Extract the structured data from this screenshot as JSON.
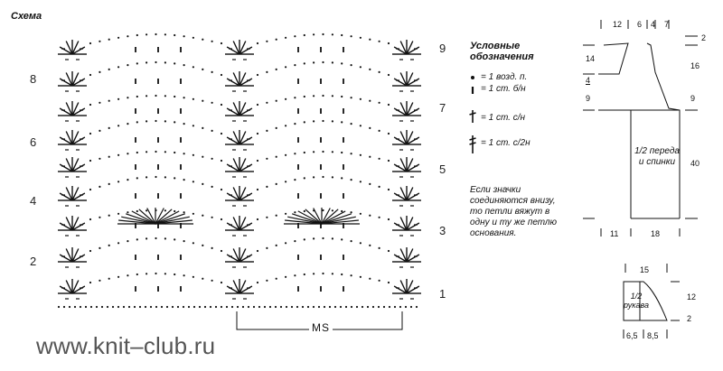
{
  "title": "Схема",
  "row_numbers": {
    "left": [
      "8",
      "6",
      "4",
      "2"
    ],
    "right": [
      "9",
      "7",
      "5",
      "3",
      "1"
    ]
  },
  "ms_label": "MS",
  "legend": {
    "title": "Условные обозначения",
    "items": [
      {
        "symbol": "dot",
        "text": "= 1 возд. п."
      },
      {
        "symbol": "bar",
        "text": "= 1 ст. б/н"
      },
      {
        "symbol": "cross1",
        "text": "= 1 ст. с/н"
      },
      {
        "symbol": "cross2",
        "text": "= 1 ст. с/2н"
      }
    ],
    "note": "Если значки соединяются внизу, то петли вяжут в одну и ту же петлю основания."
  },
  "body_pattern": {
    "label": "1/2 переда и спинки",
    "top_dims": [
      "12",
      "6",
      "4",
      "7"
    ],
    "left_dims": [
      "14",
      "4",
      "9"
    ],
    "right_dims": [
      "2",
      "16",
      "9",
      "40"
    ],
    "bottom_dims": [
      "11",
      "18"
    ]
  },
  "sleeve_pattern": {
    "label": "1/2 рукава",
    "top_dim": "15",
    "right_dims": [
      "12",
      "2"
    ],
    "bottom_dims": [
      "6,5",
      "8,5"
    ]
  },
  "watermark": "www.knit–club.ru"
}
